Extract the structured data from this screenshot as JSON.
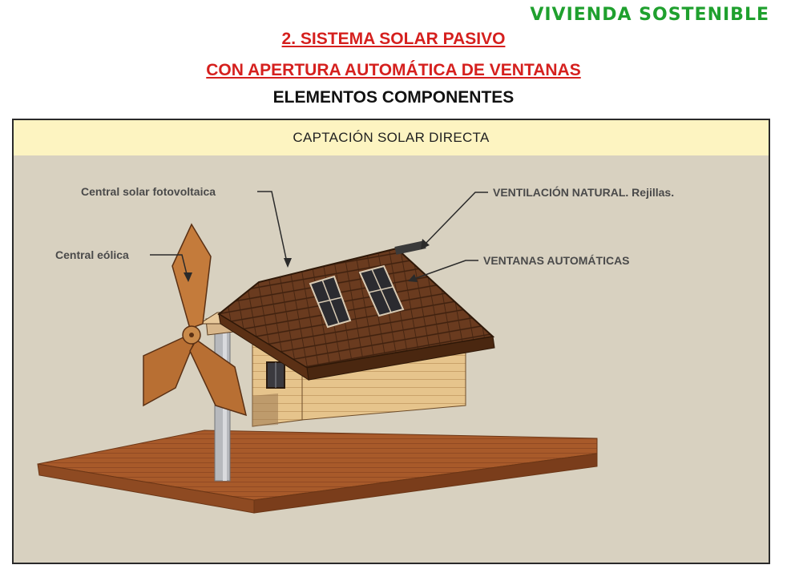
{
  "header": {
    "brand": "VIVIENDA SOSTENIBLE",
    "title_line1": "2. SISTEMA SOLAR PASIVO",
    "title_line2": "CON APERTURA AUTOMÁTICA DE VENTANAS",
    "subtitle": "ELEMENTOS COMPONENTES"
  },
  "panel": {
    "band_label": "CAPTACIÓN SOLAR DIRECTA"
  },
  "diagram": {
    "labels": {
      "photovoltaic": "Central solar fotovoltaica",
      "wind": "Central eólica",
      "ventilation": "VENTILACIÓN NATURAL. Rejillas.",
      "windows": "VENTANAS AUTOMÁTICAS"
    }
  },
  "colors": {
    "brand": "#1fa02e",
    "title": "#d5201e",
    "band": "#fdf4c1",
    "scene_bg": "#d8d1c0",
    "base_wood": "#a4582a",
    "roof": "#6b3a1e",
    "wall": "#e7c58e",
    "blade": "#c47b3b"
  }
}
